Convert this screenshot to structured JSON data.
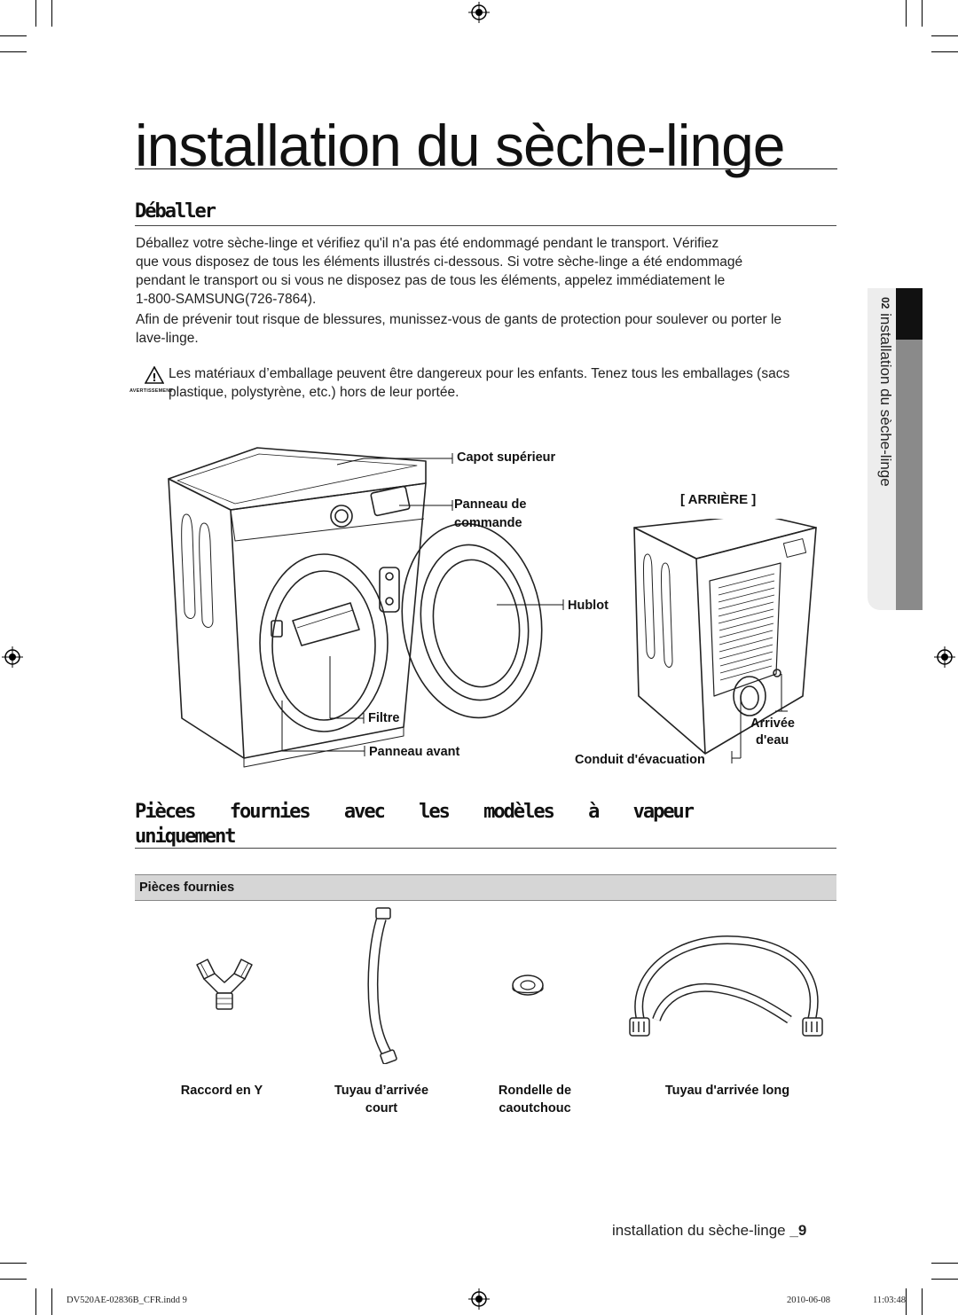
{
  "page": {
    "title": "installation du sèche-linge",
    "section1_heading": "Déballer",
    "paragraph1_lines": [
      "Déballez votre sèche-linge et vérifiez qu'il n'a pas été endommagé pendant le transport. Vérifiez",
      "que vous disposez de tous les éléments illustrés ci-dessous. Si votre sèche-linge a été endommagé",
      "pendant le transport ou si vous ne disposez pas de tous les éléments, appelez immédiatement le",
      "1-800-SAMSUNG(726-7864)."
    ],
    "paragraph2_lines": [
      "Afin de prévenir tout risque de blessures, munissez-vous de gants de protection pour soulever ou porter le",
      "lave-linge."
    ],
    "warning": {
      "label": "AVERTISSEMENT",
      "line1": "Les matériaux d’emballage peuvent être dangereux pour les enfants. Tenez tous les emballages (sacs",
      "line2": "plastique, polystyrène, etc.) hors de leur portée."
    }
  },
  "diagram": {
    "labels": {
      "top_cover": "Capot supérieur",
      "control_panel_1": "Panneau de",
      "control_panel_2": "commande",
      "rear": "[ ARRIÈRE ]",
      "door": "Hublot",
      "filter": "Filtre",
      "front_panel": "Panneau avant",
      "water_inlet_1": "Arrivée",
      "water_inlet_2": "d'eau",
      "exhaust_duct": "Conduit d'évacuation"
    }
  },
  "parts": {
    "heading_line1": "Pièces fournies avec les modèles à vapeur",
    "heading_line2": "uniquement",
    "bar_label": "Pièces fournies",
    "items": [
      {
        "line1": "Raccord en Y",
        "line2": ""
      },
      {
        "line1": "Tuyau d’arrivée",
        "line2": "court"
      },
      {
        "line1": "Rondelle de",
        "line2": "caoutchouc"
      },
      {
        "line1": "Tuyau d'arrivée long",
        "line2": ""
      }
    ]
  },
  "side_tab": {
    "number": "02",
    "text": "installation du sèche-linge"
  },
  "footer": {
    "title": "installation du sèche-linge",
    "page_number": "_9",
    "file": "DV520AE-02836B_CFR.indd   9",
    "date": "2010-06-08",
    "time": "11:03:48"
  }
}
